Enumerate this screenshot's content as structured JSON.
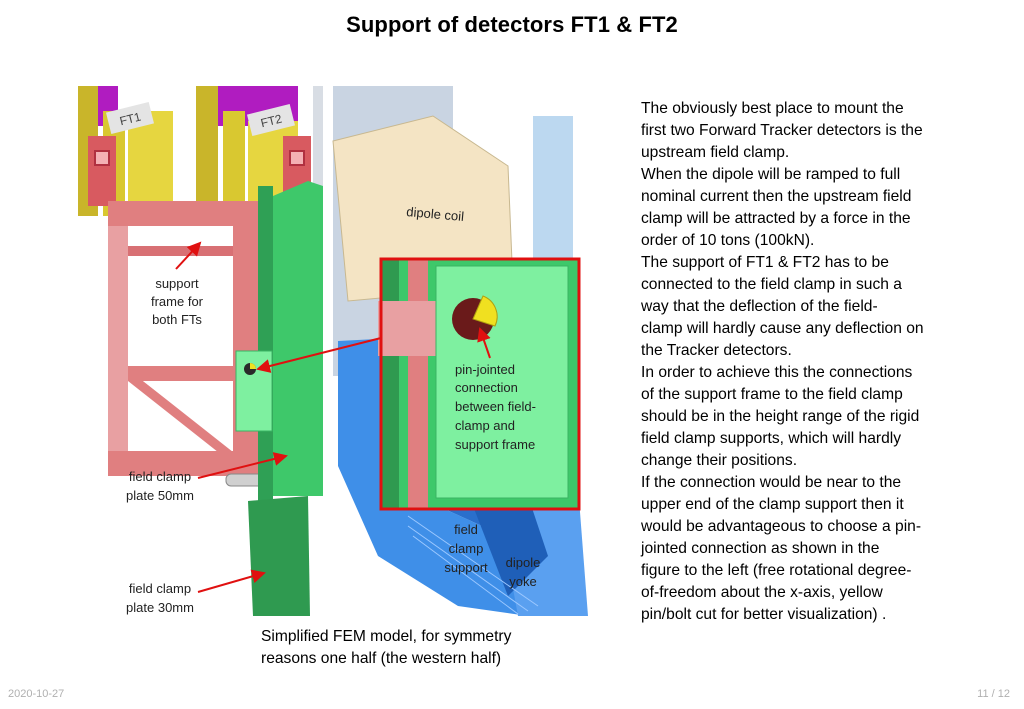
{
  "slide": {
    "title": "Support of detectors FT1 & FT2",
    "footer_date": "2020-10-27",
    "footer_page": "11 / 12"
  },
  "body_lines": [
    "The obviously best place to mount the",
    "first two Forward Tracker detectors is the",
    "upstream field clamp.",
    "When the dipole will be ramped to full",
    "nominal current then the upstream field",
    "clamp will be attracted by a force in the",
    "order of 10 tons (100kN).",
    "The support of FT1 & FT2 has to be",
    "connected to the field clamp in such a",
    "way that the deflection of the field-",
    "clamp will hardly cause any deflection on",
    "the Tracker detectors.",
    "In order to achieve this the connections",
    "of the support frame to the field clamp",
    "should be in the height range of the rigid",
    "field clamp supports, which will hardly",
    "change their positions.",
    "If the connection would be near to the",
    "upper end of the clamp support then it",
    "would be advantageous to choose a pin-",
    "jointed connection as shown in the",
    "figure to the left (free rotational degree-",
    "of-freedom about the x-axis, yellow",
    "pin/bolt cut for better visualization) ."
  ],
  "caption_lines": [
    "Simplified FEM model, for symmetry",
    "reasons one half (the western half)"
  ],
  "figure": {
    "tag_ft1": "FT1",
    "tag_ft2": "FT2",
    "label_dipole_coil": "dipole coil",
    "label_support_frame": [
      "support",
      "frame for",
      "both FTs"
    ],
    "label_pin_joint": [
      "pin-jointed",
      "connection",
      "between field-",
      "clamp and",
      "support frame"
    ],
    "label_clamp_50": [
      "field clamp",
      "plate 50mm"
    ],
    "label_clamp_30": [
      "field clamp",
      "plate 30mm"
    ],
    "label_clamp_support": [
      "field",
      "clamp",
      "support"
    ],
    "label_dipole_yoke": [
      "dipole",
      "yoke"
    ],
    "colors": {
      "magenta": "#b01cc0",
      "yellow": "#d9c830",
      "salmon": "#e07f80",
      "green": "#3ec86a",
      "light_green": "#7ef0a0",
      "blue": "#3f8fe8",
      "coil": "#f4e4c4",
      "highlight_red": "#e01010"
    }
  }
}
